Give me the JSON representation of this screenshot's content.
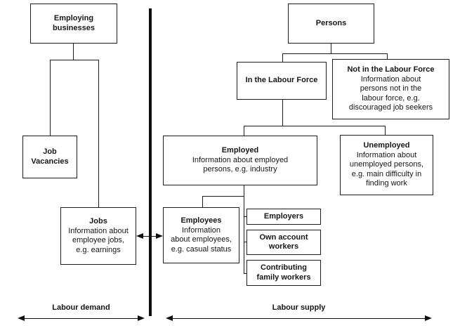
{
  "diagram": {
    "title_semantic": "Labour market statistical framework flowchart",
    "colors": {
      "background": "#ffffff",
      "line": "#1c1c1c",
      "text": "#161616"
    },
    "boxes": {
      "employing_businesses": {
        "title": "Employing\nbusinesses"
      },
      "job_vacancies": {
        "title": "Job\nVacancies"
      },
      "jobs": {
        "title": "Jobs",
        "body": "Information about\nemployee jobs,\ne.g. earnings"
      },
      "persons": {
        "title": "Persons"
      },
      "in_labour_force": {
        "title": "In the Labour Force"
      },
      "not_in_labour_force": {
        "title": "Not in the Labour Force",
        "body": "Information about\npersons not in the\nlabour force, e.g.\ndiscouraged job seekers"
      },
      "employed": {
        "title": "Employed",
        "body": "Information about employed\npersons, e.g. industry"
      },
      "unemployed": {
        "title": "Unemployed",
        "body": "Information about\nunemployed persons,\ne.g. main difficulty in\nfinding work"
      },
      "employees": {
        "title": "Employees",
        "body": "Information\nabout employees,\ne.g. casual status"
      },
      "employers": {
        "title": "Employers"
      },
      "own_account_workers": {
        "title": "Own account\nworkers"
      },
      "contributing_family_workers": {
        "title": "Contributing\nfamily workers"
      }
    },
    "axis_labels": {
      "labour_demand": "Labour demand",
      "labour_supply": "Labour supply"
    }
  }
}
